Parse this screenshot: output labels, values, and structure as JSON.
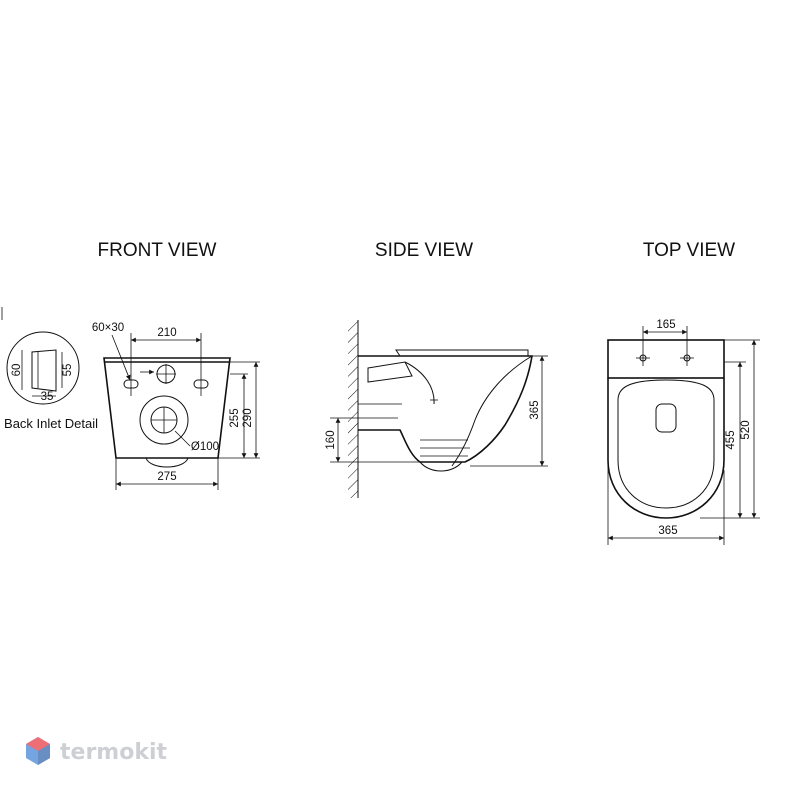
{
  "views": {
    "front": {
      "title": "FRONT VIEW",
      "dims": {
        "slot": "60×30",
        "hole_spacing": "210",
        "height_inner": "255",
        "height_outer": "290",
        "width": "275",
        "outlet": "Ø100"
      }
    },
    "side": {
      "title": "SIDE VIEW",
      "dims": {
        "height_floor": "160",
        "depth": "365"
      }
    },
    "top": {
      "title": "TOP VIEW",
      "dims": {
        "hole_spacing": "165",
        "length_inner": "455",
        "length_outer": "520",
        "width": "365"
      }
    }
  },
  "detail": {
    "label": "Back Inlet Detail",
    "dims": {
      "height_outer": "60",
      "height_inner": "55",
      "depth": "35"
    }
  },
  "logo": {
    "text": "termokit",
    "colors": {
      "red": "#e8323c",
      "blue": "#3a7fd5",
      "gray": "#b9bcc2"
    }
  }
}
